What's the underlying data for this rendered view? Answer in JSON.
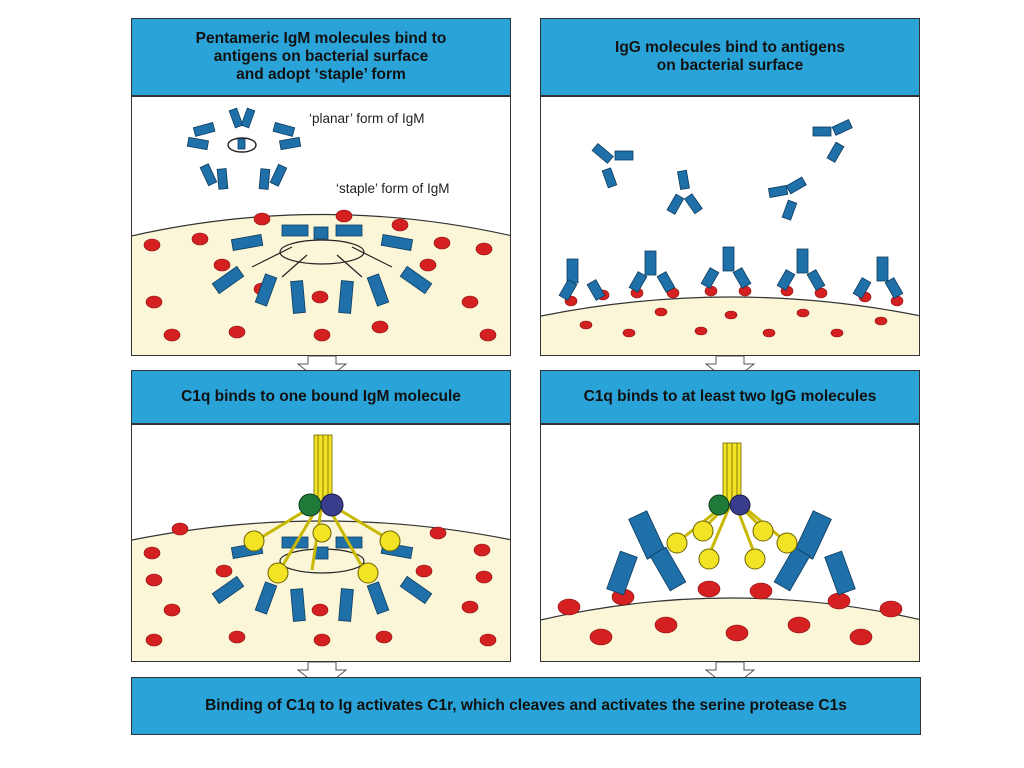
{
  "panels": {
    "top_left": {
      "header_lines": [
        "Pentameric IgM molecules bind to",
        "antigens on bacterial surface",
        "and adopt ‘staple’ form"
      ],
      "labels": [
        "‘planar’ form of IgM",
        "‘staple’ form of IgM"
      ]
    },
    "top_right": {
      "header_lines": [
        "IgG molecules bind to antigens",
        "on bacterial surface"
      ]
    },
    "bottom_left": {
      "header_lines": [
        "C1q binds to one bound IgM molecule"
      ]
    },
    "bottom_right": {
      "header_lines": [
        "C1q binds to at least two IgG molecules"
      ]
    }
  },
  "footer": {
    "text": "Binding of C1q to Ig activates C1r, which cleaves and activates the serine protease C1s"
  },
  "colors": {
    "header_bg": "#29a3d8",
    "antibody": "#1f6fa8",
    "antigen": "#d42020",
    "bacterium": "#fbf6d8",
    "c1q_head": "#f2e324",
    "c1r": "#1f7a3a",
    "c1s": "#3a3c8c"
  }
}
